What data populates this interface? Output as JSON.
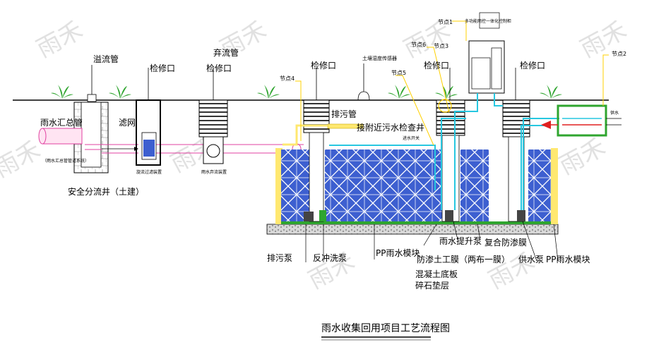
{
  "watermark": "雨禾",
  "title": "雨水收集回用项目工艺流程图",
  "labels": {
    "overflow_pipe": "溢流管",
    "inspection_1": "检修口",
    "inspection_2": "检修口",
    "discard_pipe": "弃流管",
    "inspection_3": "检修口",
    "inspection_4": "检修口",
    "inspection_5": "检修口",
    "rain_main_pipe": "雨水汇总管",
    "filter": "滤网",
    "safety_well": "安全分流井（土建）",
    "sewage_pipe": "排污管",
    "connect_sewage": "接附近污水检查井",
    "node1": "节点1",
    "node2": "节点2",
    "node3": "节点3",
    "node4": "节点4",
    "node5": "节点5",
    "node6": "节点6",
    "sewage_pump": "排污泵",
    "backwash_pump": "反冲洗泵",
    "pp_module_1": "PP雨水模块",
    "rain_lift_pump": "雨水提升泵",
    "composite_membrane": "复合防渗膜",
    "geotextile": "防渗土工膜（两布一膜）",
    "concrete_base": "混凝土底板",
    "gravel": "碎石垫层",
    "supply_pump": "供水泵",
    "pp_module_2": "PP雨水模块",
    "soil_sensor": "土壤湿度传感器",
    "control_cabinet": "多功能雨控一体化控制柜",
    "small_filter_device": "旋流过滤装置",
    "small_discard_device": "雨水弃流装置",
    "small_pipe_note": "（雨水汇总管管道系统）",
    "small_inflow": "进水开关",
    "small_supply": "供水"
  }
}
